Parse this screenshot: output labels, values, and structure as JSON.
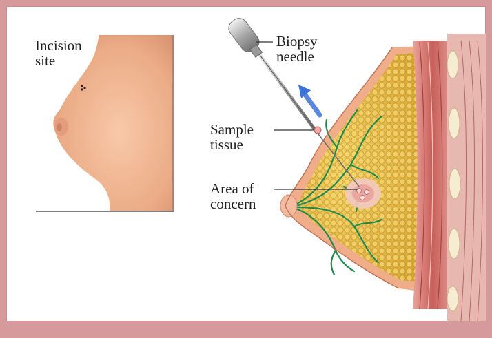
{
  "labels": {
    "incision_site": [
      "Incision",
      "site"
    ],
    "biopsy_needle": [
      "Biopsy",
      "needle"
    ],
    "sample_tissue": [
      "Sample",
      "tissue"
    ],
    "area_of_concern": [
      "Area of",
      "concern"
    ]
  },
  "colors": {
    "border": "#d79a9c",
    "skin": "#f1b690",
    "fat": "#e8c14a",
    "duct": "#1f8a4e",
    "arrow": "#3b73d8"
  }
}
